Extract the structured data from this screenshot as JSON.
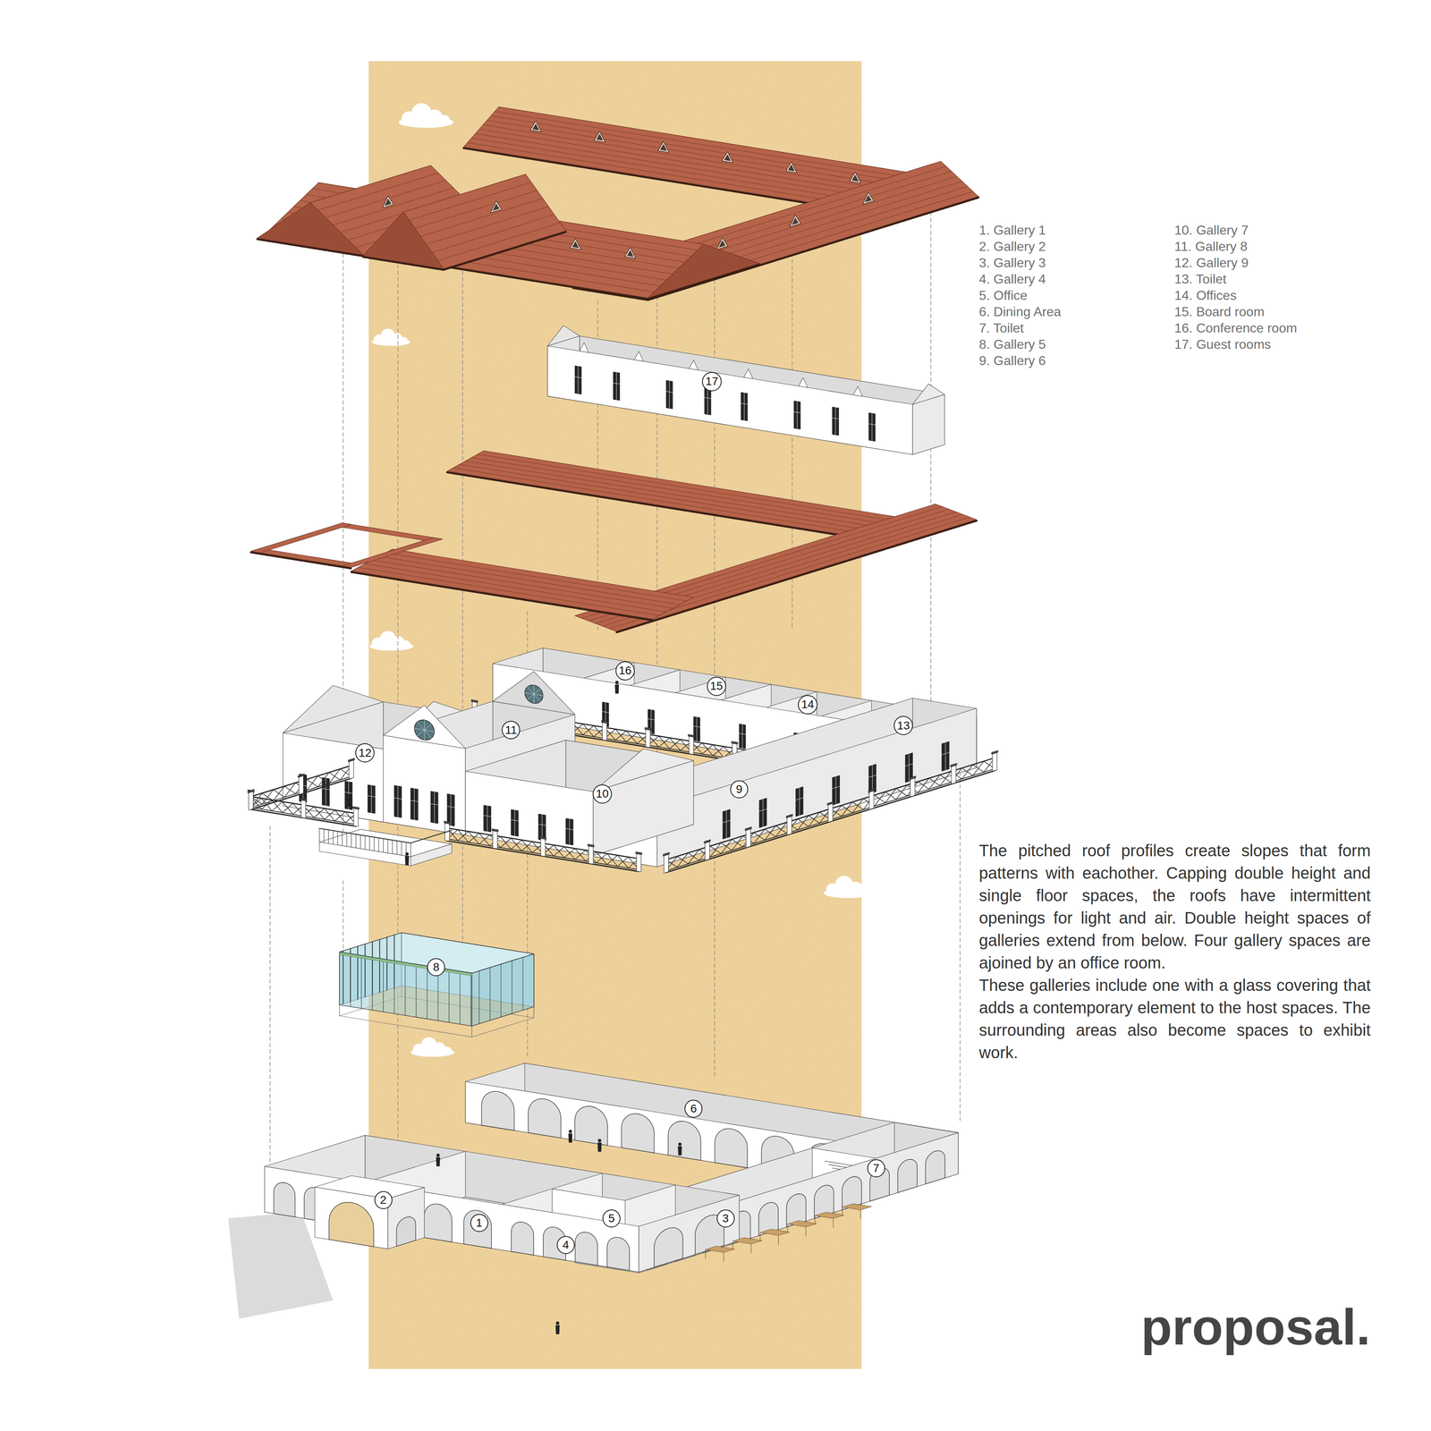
{
  "diagram": {
    "title": "proposal.",
    "nodes": [
      {
        "text": [
          "17"
        ]
      },
      {
        "text": [
          "16"
        ]
      },
      {
        "text": [
          "15"
        ]
      },
      {
        "text": [
          "14"
        ]
      },
      {
        "text": [
          "13"
        ]
      },
      {
        "text": [
          "12"
        ]
      },
      {
        "text": [
          "11"
        ]
      },
      {
        "text": [
          "9"
        ]
      },
      {
        "text": [
          "10"
        ]
      },
      {
        "text": [
          "8"
        ]
      },
      {
        "text": [
          "6"
        ]
      },
      {
        "text": [
          "7"
        ]
      },
      {
        "text": [
          "2"
        ]
      },
      {
        "text": [
          "5"
        ]
      },
      {
        "text": [
          "3"
        ]
      },
      {
        "text": [
          "1"
        ]
      },
      {
        "text": [
          "4"
        ]
      }
    ],
    "labels": [
      "1. Gallery 1",
      "2. Gallery 2",
      "3. Gallery 3",
      "4. Gallery 4",
      "5. Office",
      "6. Dining Area",
      "7. Toilet",
      "8. Gallery 5",
      "9. Gallery 6",
      "10. Gallery 7",
      "11. Gallery 8",
      "12. Gallery 9",
      "13. Toilet",
      "14. Offices",
      "15. Board room",
      "16. Conference room",
      "17. Guest rooms",
      "The pitched roof profiles create slopes that form patterns with eachother. Capping double height and single floor spaces, the roofs have intermittent openings for light and air. Double height spaces of galleries extend from below. Four gallery spaces are ajoined by an office room.",
      "These galleries include one with a glass covering that adds a contemporary element to the host spaces. The surrounding areas also become spaces to exhibit work."
    ]
  }
}
